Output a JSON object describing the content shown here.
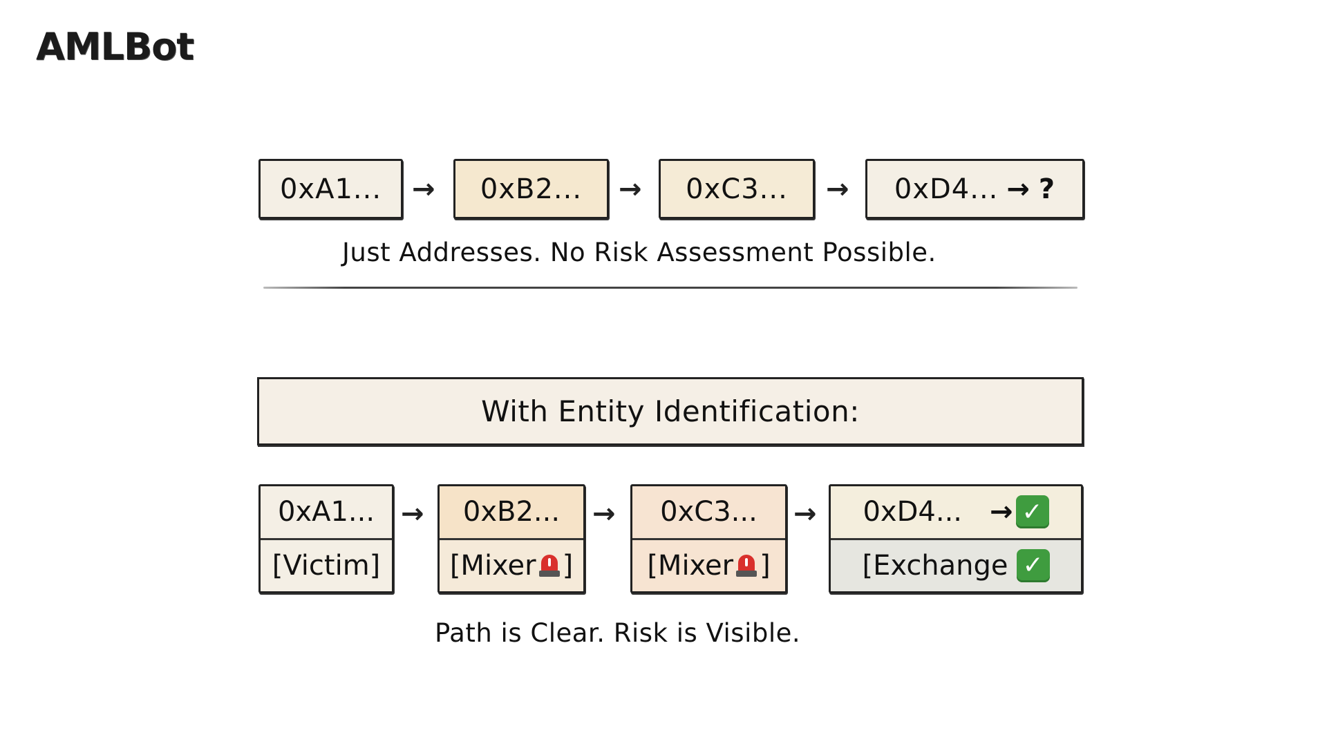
{
  "brand": {
    "logo_text": "AMLBot"
  },
  "without": {
    "nodes": [
      {
        "label": "0xA1..."
      },
      {
        "label": "0xB2..."
      },
      {
        "label": "0xC3..."
      },
      {
        "label": "0xD4..."
      }
    ],
    "arrow": "→",
    "terminal_arrow": "→",
    "terminal_symbol": "?",
    "caption": "Just Addresses. No Risk Assessment Possible."
  },
  "with": {
    "header": "With Entity Identification:",
    "nodes": [
      {
        "address": "0xA1...",
        "entity": "[Victim]",
        "flag": "none"
      },
      {
        "address": "0xB2...",
        "entity": "[Mixer",
        "entity_close": "]",
        "flag": "siren-icon"
      },
      {
        "address": "0xC3...",
        "entity": "[Mixer",
        "entity_close": "]",
        "flag": "siren-icon"
      },
      {
        "address": "0xD4...",
        "entity": "[Exchange",
        "flag": "check-icon"
      }
    ],
    "arrow": "→",
    "check_glyph": "✓",
    "caption": "Path is Clear. Risk is Visible."
  },
  "colors": {
    "ink": "#1a1a1a",
    "node_plain": "#f4efe5",
    "node_warm": "#f5e8cf",
    "node_risk": "#f7e4d2",
    "node_safe_bottom": "#e6e6e0",
    "check_green": "#3f9c3f",
    "siren_red": "#d9302c"
  }
}
